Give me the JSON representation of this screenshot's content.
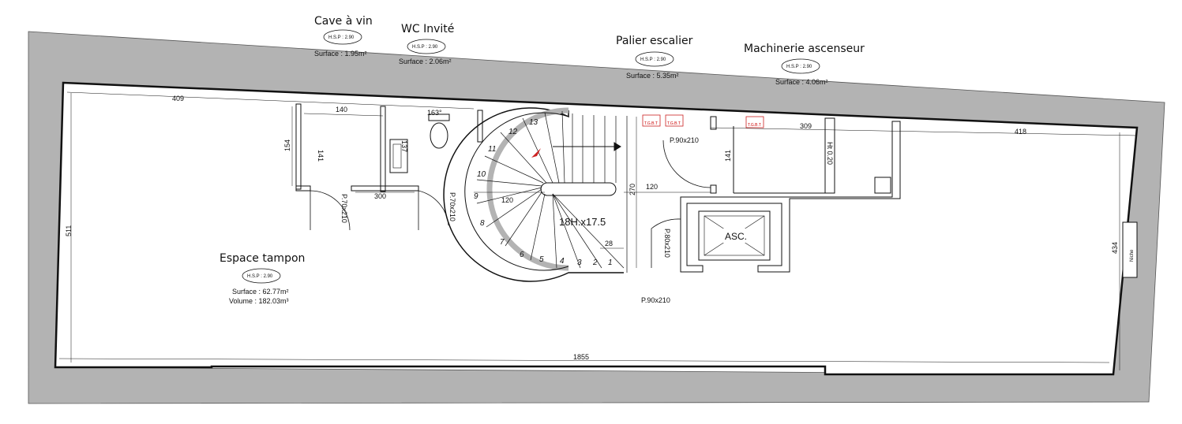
{
  "rooms": {
    "cave": {
      "title": "Cave à vin",
      "hsp": "H.S.P : 2.90",
      "surface": "Surface : 1.95m²"
    },
    "wc": {
      "title": "WC Invité",
      "hsp": "H.S.P : 2.90",
      "surface": "Surface : 2.06m²"
    },
    "palier": {
      "title": "Palier escalier",
      "hsp": "H.S.P : 2.90",
      "surface": "Surface : 5.35m²"
    },
    "machinerie": {
      "title": "Machinerie ascenseur",
      "hsp": "H.S.P : 2.90",
      "surface": "Surface : 4.06m²"
    },
    "espace": {
      "title": "Espace tampon",
      "hsp": "H.S.P : 2.90",
      "surface": "Surface : 62.77m²",
      "volume": "Volume : 182.03m³"
    }
  },
  "dimensions": {
    "d409": "409",
    "d140": "140",
    "d163": "163°",
    "d309": "309",
    "d418": "418",
    "d154": "154",
    "d141a": "141",
    "d137": "137",
    "d141b": "141",
    "d020": "Ht 0.20",
    "d300": "300",
    "d120a": "120",
    "d120b": "120",
    "d270": "270",
    "d28": "28",
    "d511": "511",
    "d434": "434",
    "d1855": "1855"
  },
  "doors": {
    "p70a": "P.70x210",
    "p70b": "P.70x210",
    "p90a": "P.90x210",
    "p80": "P.80x210",
    "p90b": "P.90x210"
  },
  "stair": {
    "label": "18H.x17.5",
    "steps": [
      "1",
      "2",
      "3",
      "4",
      "5",
      "6",
      "7",
      "8",
      "9",
      "10",
      "11",
      "12",
      "13"
    ]
  },
  "elevator": {
    "label": "ASC."
  },
  "niche": {
    "label": "Niche"
  },
  "tgbt": {
    "a": "T.G.B.T",
    "b": "T.G.B.T",
    "c": "T.G.B.T"
  },
  "colors": {
    "wall": "#b3b3b3",
    "line": "#111111",
    "marker": "#cc2222"
  }
}
